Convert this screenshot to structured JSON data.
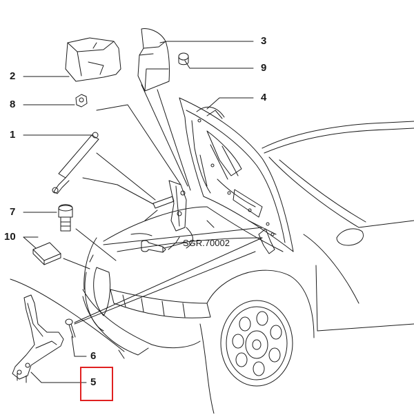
{
  "diagram": {
    "callouts": {
      "c1": "1",
      "c2": "2",
      "c3": "3",
      "c4": "4",
      "c5": "5",
      "c6": "6",
      "c7": "7",
      "c8": "8",
      "c9": "9",
      "c10": "10"
    },
    "code_label": "SGR.70002",
    "highlight_color": "#e02020",
    "line_color": "#1a1a1a"
  }
}
